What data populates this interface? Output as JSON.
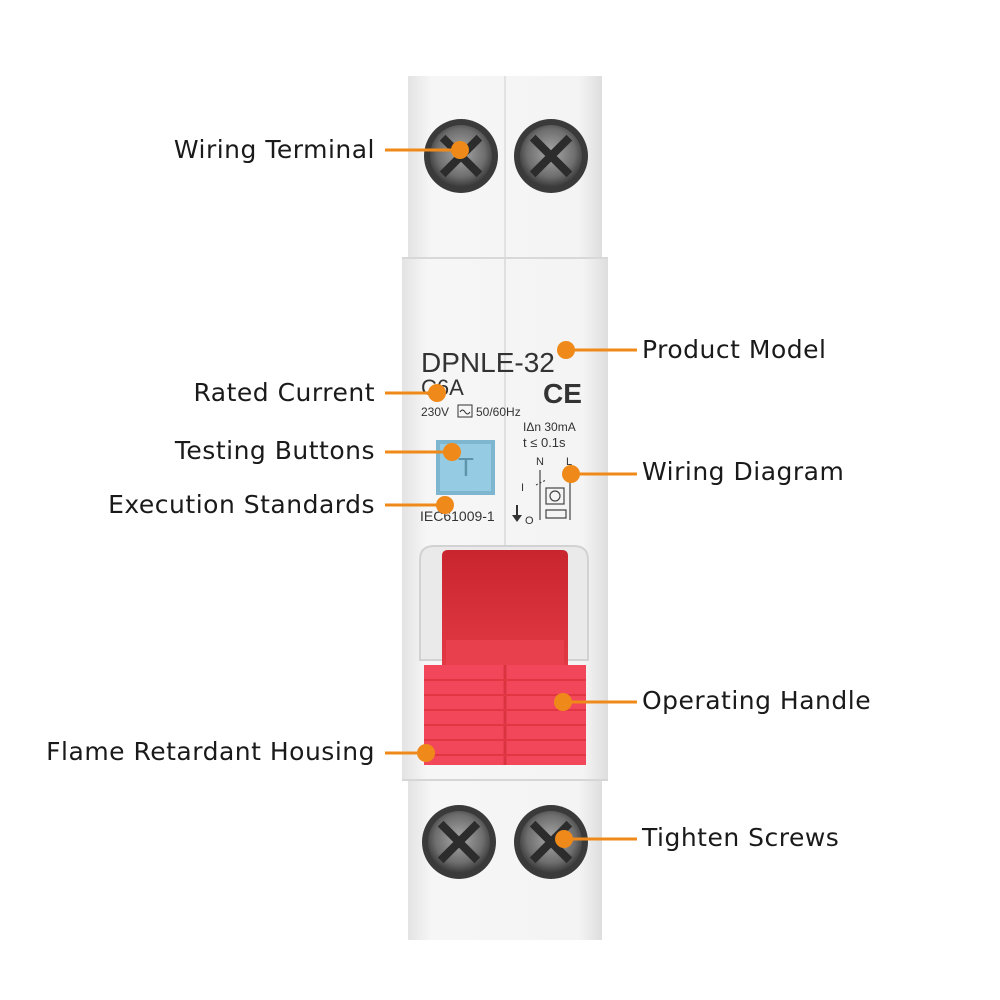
{
  "colors": {
    "housing": "#f1f1f1",
    "housing_shadow": "#dcdcdc",
    "handle_dark": "#d8323b",
    "handle_light": "#f2475a",
    "test_button": "#8fc6df",
    "leader": "#ef8a1a",
    "label_text": "#1a1a1a"
  },
  "device": {
    "model": "DPNLE-32",
    "rating": "C6A",
    "voltage": "230V",
    "frequency": "50/60Hz",
    "ce_mark": "CE",
    "residual_current": "IΔn 30mA",
    "trip_time": "t ≤ 0.1s",
    "standard": "IEC61009-1",
    "polarity_n": "N",
    "polarity_l": "L",
    "position_i": "I",
    "position_o": "O",
    "test_button_letter": "T"
  },
  "callouts": {
    "wiring_terminal": "Wiring Terminal",
    "product_model": "Product Model",
    "rated_current": "Rated Current",
    "testing_buttons": "Testing Buttons",
    "wiring_diagram": "Wiring Diagram",
    "execution_standards": "Execution Standards",
    "operating_handle": "Operating Handle",
    "flame_retardant_housing": "Flame Retardant Housing",
    "tighten_screws": "Tighten Screws"
  }
}
